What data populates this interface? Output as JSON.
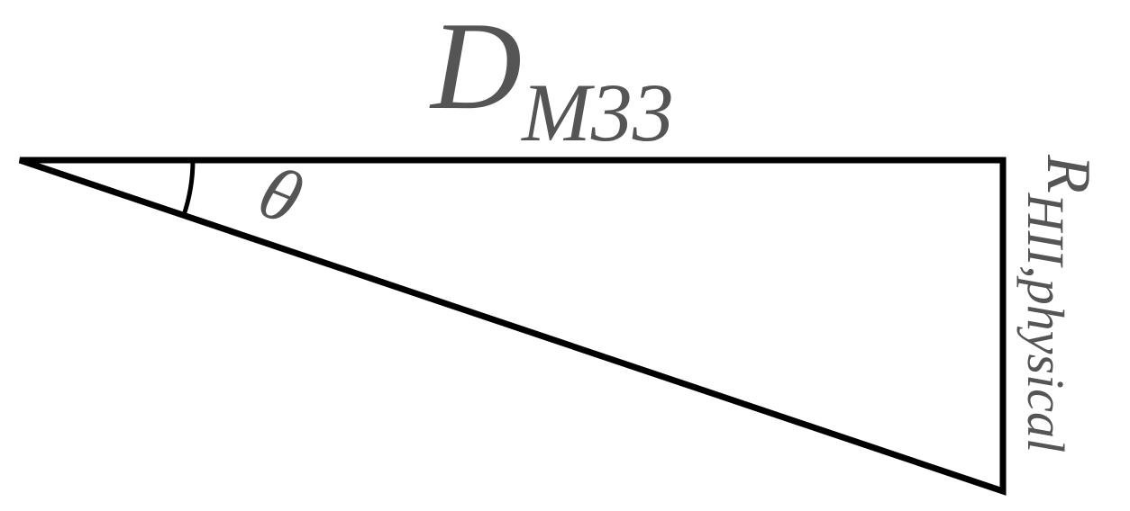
{
  "diagram": {
    "top_label": {
      "symbol": "D",
      "subscript": "M33"
    },
    "side_label": {
      "symbol": "R",
      "subscript": "HII,physical"
    },
    "angle_label": "θ",
    "colors": {
      "stroke": "#000000",
      "text": "#555555"
    }
  }
}
